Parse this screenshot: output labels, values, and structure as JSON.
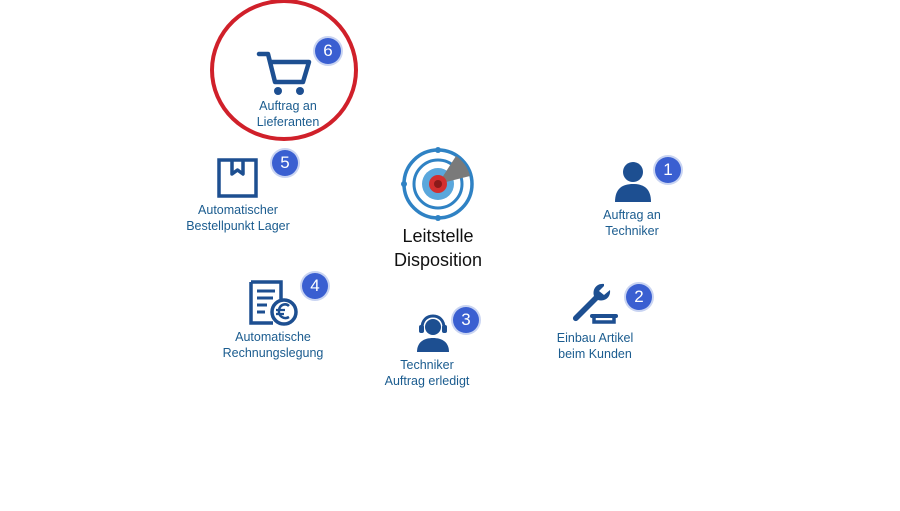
{
  "center": {
    "line1": "Leitstelle",
    "line2": "Disposition",
    "icon": "radar-target-icon"
  },
  "steps": [
    {
      "number": "1",
      "line1": "Auftrag an",
      "line2": "Techniker",
      "icon": "person-icon"
    },
    {
      "number": "2",
      "line1": "Einbau Artikel",
      "line2": "beim Kunden",
      "icon": "wrench-icon"
    },
    {
      "number": "3",
      "line1": "Techniker",
      "line2": "Auftrag erledigt",
      "icon": "headset-person-icon"
    },
    {
      "number": "4",
      "line1": "Automatische",
      "line2": "Rechnungslegung",
      "icon": "invoice-euro-icon"
    },
    {
      "number": "5",
      "line1": "Automatischer",
      "line2": "Bestellpunkt  Lager",
      "icon": "box-icon"
    },
    {
      "number": "6",
      "line1": "Auftrag an",
      "line2": "Lieferanten",
      "icon": "shopping-cart-icon"
    }
  ],
  "highlighted_step": "6",
  "colors": {
    "icon": "#1d4f91",
    "label": "#1b5c8f",
    "badge": "#3a5fd1",
    "highlight": "#d0202a",
    "center_dot": "#d32f2f"
  }
}
